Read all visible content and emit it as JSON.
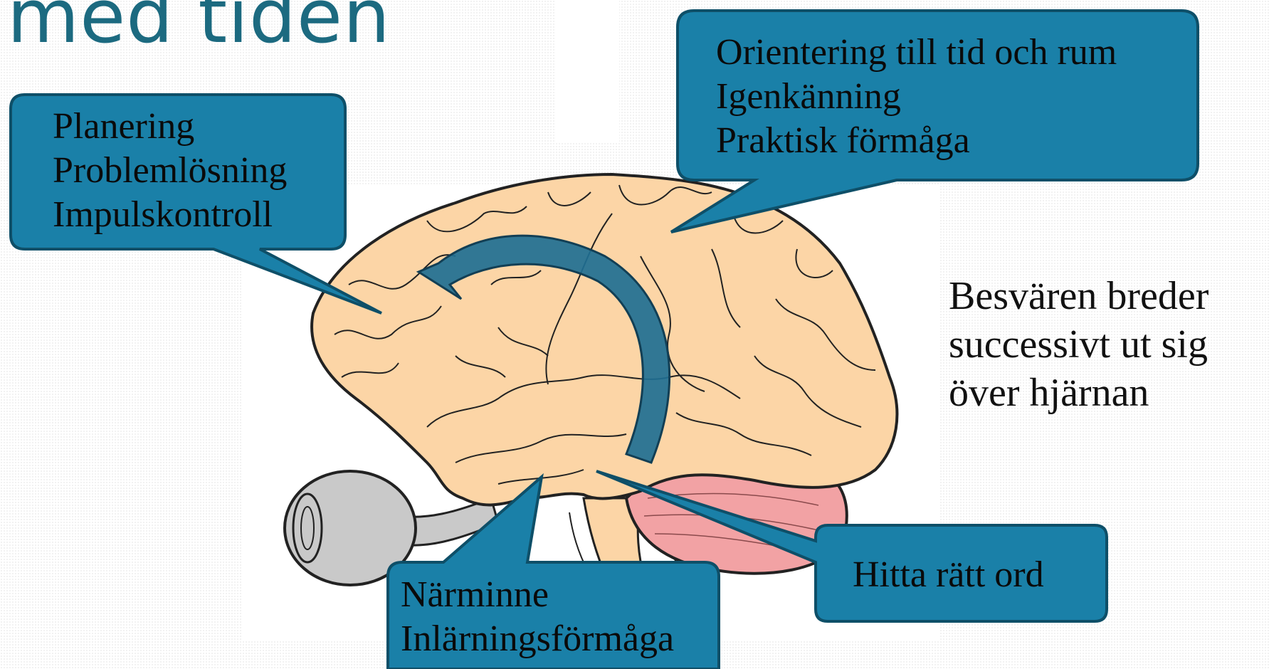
{
  "title": "med tiden",
  "callouts": {
    "frontal": [
      "Planering",
      "Problemlösning",
      "Impulskontroll"
    ],
    "parietal": [
      "Orientering till tid och rum",
      "Igenkänning",
      "Praktisk förmåga"
    ],
    "temporal_memory": [
      "Närminne",
      "Inlärningsförmåga"
    ],
    "language": [
      "Hitta rätt ord"
    ]
  },
  "side_text": [
    "Besvären breder",
    "successivt ut sig",
    "över hjärnan"
  ],
  "colors": {
    "title": "#1c6a80",
    "callout_fill": "#1a80a8",
    "callout_stroke": "#0e4f68",
    "brain_fill": "#fcd5a6",
    "cerebellum_fill": "#f2a2a4",
    "eye_fill": "#c9c9c9",
    "arrow_fill": "#1f6f93"
  }
}
